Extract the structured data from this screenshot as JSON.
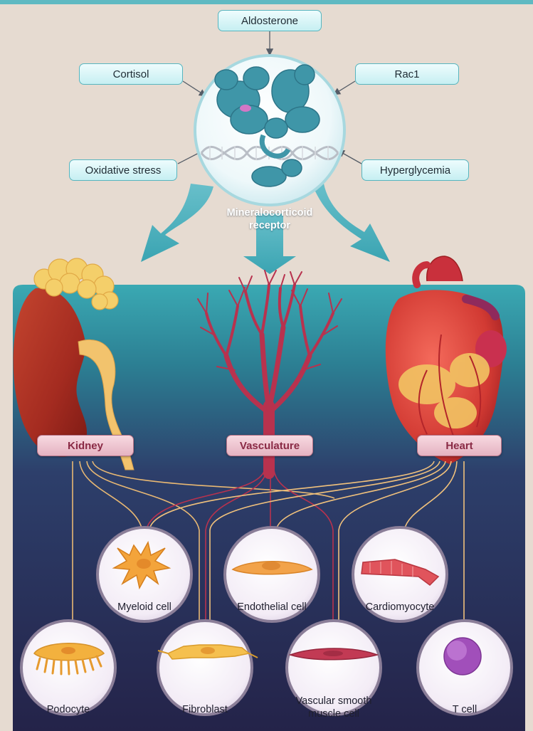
{
  "receptor": {
    "label_line1": "Mineralocorticoid",
    "label_line2": "receptor"
  },
  "factors": {
    "aldosterone": "Aldosterone",
    "cortisol": "Cortisol",
    "rac1": "Rac1",
    "oxidative_stress": "Oxidative stress",
    "hyperglycemia": "Hyperglycemia"
  },
  "organs": {
    "kidney": "Kidney",
    "vasculature": "Vasculature",
    "heart": "Heart"
  },
  "cells": {
    "myeloid": "Myeloid cell",
    "endothelial": "Endothelial cell",
    "cardiomyocyte": "Cardiomyocyte",
    "podocyte": "Podocyte",
    "fibroblast": "Fibroblast",
    "vsmc_line1": "Vascular smooth",
    "vsmc_line2": "muscle cell",
    "tcell": "T cell"
  },
  "colors": {
    "background_top": "#e6dbd1",
    "panel_teal": "#3aa9b3",
    "panel_navy": "#2a2752",
    "factor_border": "#57b5bf",
    "kidney_line": "#e8b873",
    "vascular_line": "#b8324e",
    "heart_line": "#f0c17c"
  }
}
